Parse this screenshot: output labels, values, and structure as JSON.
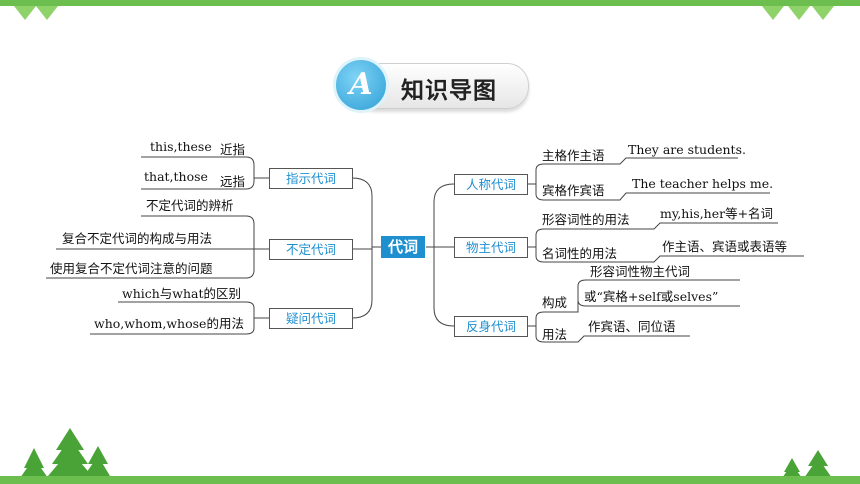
{
  "header": {
    "badge_letter": "A",
    "title": "知识导图"
  },
  "center": "代词",
  "left": {
    "demonstrative": {
      "label": "指示代词",
      "items": [
        "this,these",
        "近指",
        "that,those",
        "远指"
      ]
    },
    "indefinite": {
      "label": "不定代词",
      "items": [
        "不定代词的辨析",
        "复合不定代词的构成与用法",
        "使用复合不定代词注意的问题"
      ]
    },
    "interrogative": {
      "label": "疑问代词",
      "items": [
        "which与what的区别",
        "who,whom,whose的用法"
      ]
    }
  },
  "right": {
    "personal": {
      "label": "人称代词",
      "items": [
        "主格作主语",
        "They are students.",
        "宾格作宾语",
        "The teacher helps me."
      ]
    },
    "possessive": {
      "label": "物主代词",
      "items": [
        "形容词性的用法",
        "my,his,her等+名词",
        "名词性的用法",
        "作主语、宾语或表语等"
      ]
    },
    "reflexive": {
      "label": "反身代词",
      "items": [
        "构成",
        "形容词性物主代词",
        "或“宾格+self或selves”",
        "用法",
        "作宾语、同位语"
      ]
    }
  },
  "colors": {
    "accent": "#1e8fcf",
    "green": "#6cbf4e"
  }
}
